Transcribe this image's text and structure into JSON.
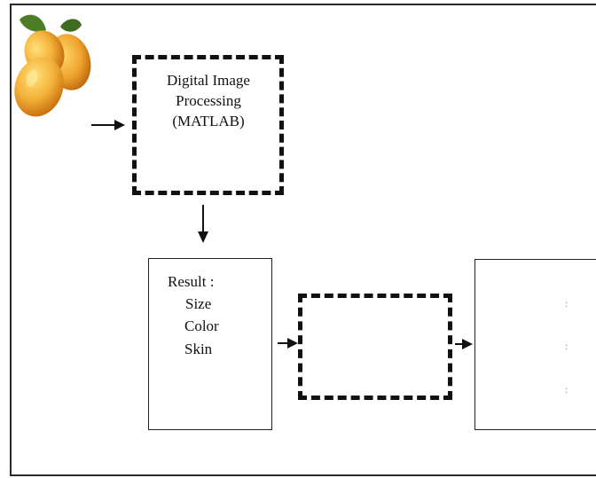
{
  "diagram": {
    "processing": {
      "line1": "Digital Image",
      "line2": "Processing",
      "line3": "(MATLAB)"
    },
    "result": {
      "heading": "Result :",
      "items": [
        "Size",
        "Color",
        "Skin"
      ]
    },
    "middle": {},
    "output": {
      "marks": [
        ":",
        ":",
        ":"
      ]
    },
    "icons": {
      "input": "mango-fruit-icon"
    },
    "colors": {
      "line": "#111111",
      "mango_light": "#f6c04a",
      "mango_dark": "#d27a12",
      "leaf": "#3f6b20"
    }
  }
}
